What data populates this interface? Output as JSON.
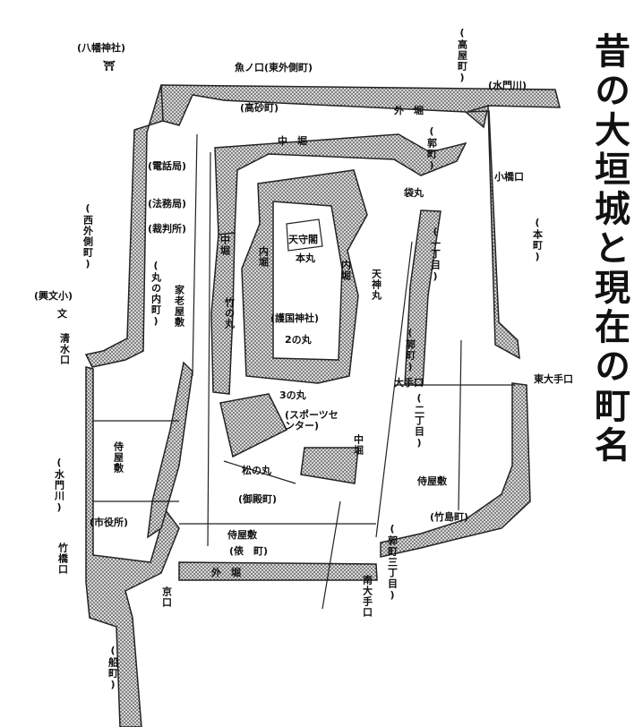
{
  "title": "昔の大垣城と現在の町名",
  "colors": {
    "moat_fill": "#cfcfcf",
    "moat_dot": "#444444",
    "line": "#222222",
    "bg": "#ffffff"
  },
  "labels": {
    "hachiman": "(八幡神社)",
    "shrine_mark": "⛩",
    "higashisotogawa": "魚ノ口(東外側町)",
    "takaya": "(高屋町)",
    "mizumonkawa_top": "(水門川)",
    "takasago": "(高砂町)",
    "sotobori_top": "外　堀",
    "nakabori_top": "中　堀",
    "kuruwa1": "(郭町)",
    "kobashi": "小橋口",
    "denwa": "(電話局)",
    "houmu": "(法務局)",
    "saiban": "(裁判所)",
    "tenshu": "天守閣",
    "honmaru": "本丸",
    "fukuromaru": "袋丸",
    "icchome": "(一丁目)",
    "honmachi": "(本町)",
    "nishisotogawa": "(西外側町)",
    "naka_bori_left": "中堀",
    "uchibori_left": "内堀",
    "uchibori_right": "内堀",
    "maru_no_uchi": "(丸の内町)",
    "karo": "家老屋敷",
    "take_no_maru": "竹の丸",
    "tenjin_maru": "天神丸",
    "koubun": "(興文小)",
    "school_mark": "文",
    "gokoku": "(護国神社)",
    "ninomaru": "2の丸",
    "kuruwa_machi": "(郭町)",
    "shimizu": "清水口",
    "higashi_ote": "東大手口",
    "ote": "大手口",
    "sannomaru": "3の丸",
    "sports": "(スポーツセンター)",
    "nichome": "(二丁目)",
    "naka_bori_mid": "中堀",
    "samurai_left": "侍屋敷",
    "samurai_right": "侍屋敷",
    "matsunomaru": "松の丸",
    "mizumonkawa_left": "(水門川)",
    "goten": "(御殿町)",
    "shiyakusho": "(市役所)",
    "takehashi": "竹橋口",
    "takeshima": "(竹島町)",
    "samurai_bottom": "侍屋敷",
    "kuruwa_sanchome": "(郭町三丁目)",
    "kuruwa_lbl": "郭町",
    "sanchome_lbl": "三丁目",
    "tomomachi": "(俵　町)",
    "sotobori_bottom": "外　堀",
    "kyoguchi": "京口",
    "minami_ote": "南大手口",
    "funamachi": "(船町)"
  }
}
